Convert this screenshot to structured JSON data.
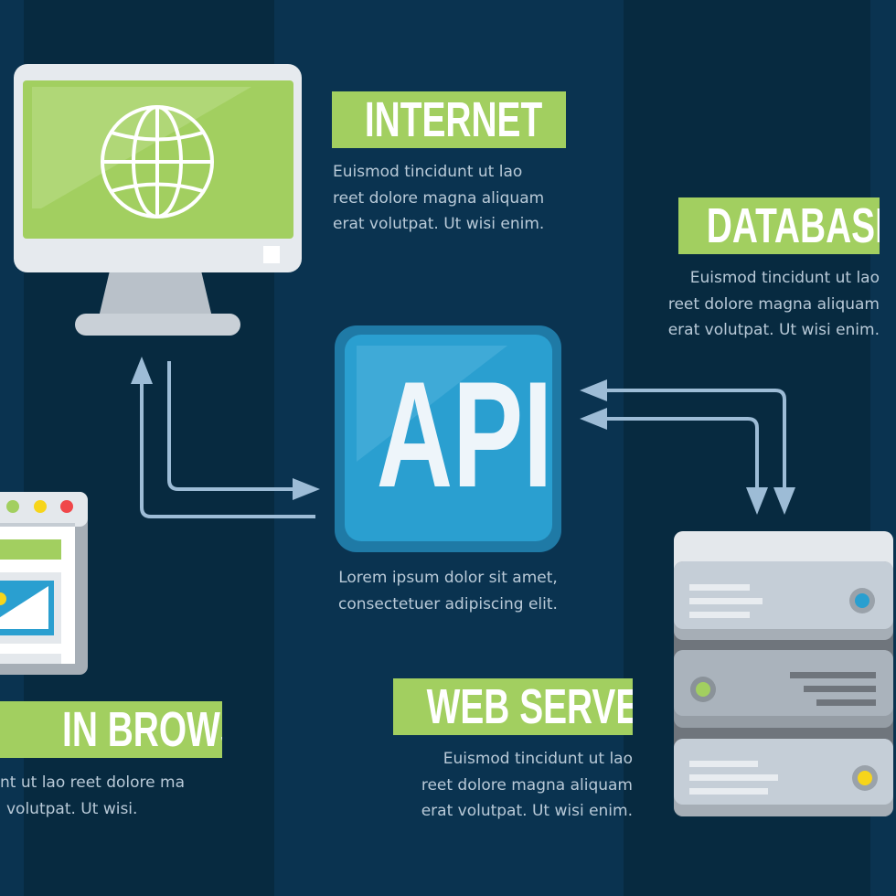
{
  "colors": {
    "background_dark": "#072a40",
    "background_light": "#0a3350",
    "accent_green": "#a2cf60",
    "api_blue": "#2a9fd0",
    "arrow": "#9dbcd6"
  },
  "internet": {
    "title": "INTERNET",
    "lines": [
      "Euismod tincidunt ut lao",
      "reet dolore magna aliquam",
      "erat volutpat. Ut wisi enim."
    ]
  },
  "database": {
    "title": "DATABASE",
    "lines": [
      "Euismod tincidunt ut lao",
      "reet dolore magna aliquam",
      "erat volutpat. Ut wisi enim."
    ]
  },
  "api": {
    "title": "API",
    "lines": [
      "Lorem ipsum dolor sit amet,",
      "consectetuer adipiscing elit."
    ]
  },
  "web_server": {
    "title": "WEB SERVER",
    "lines": [
      "Euismod tincidunt ut lao",
      "reet dolore magna aliquam",
      "erat volutpat. Ut wisi enim."
    ]
  },
  "browser": {
    "title": "IN BROWSER",
    "lines": [
      "nt ut lao reet dolore ma",
      "volutpat. Ut wisi."
    ]
  },
  "icons": [
    "monitor-globe-icon",
    "api-box-icon",
    "server-rack-icon",
    "browser-window-icon",
    "arrow-icon"
  ]
}
